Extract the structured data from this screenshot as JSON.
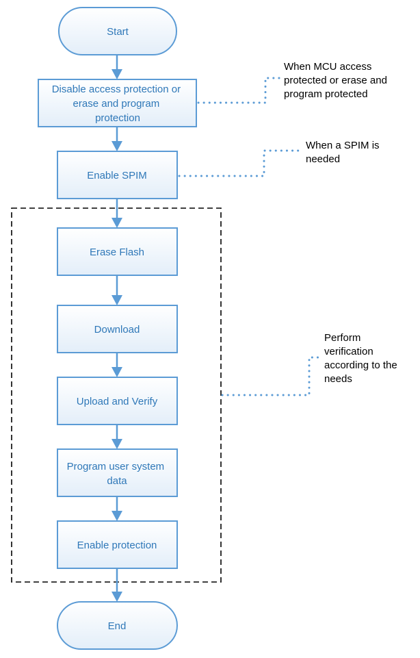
{
  "nodes": {
    "start": [
      "Start"
    ],
    "disable_protection": [
      "Disable access protection or",
      "erase and program",
      "protection"
    ],
    "enable_spim": [
      "Enable SPIM"
    ],
    "erase_flash": [
      "Erase Flash"
    ],
    "download": [
      "Download"
    ],
    "upload_verify": [
      "Upload and Verify"
    ],
    "program_user_data": [
      "Program user system",
      "data"
    ],
    "enable_protection": [
      "Enable protection"
    ],
    "end": [
      "End"
    ]
  },
  "notes": {
    "mcu_protected": [
      "When MCU access",
      "protected or erase and",
      "program protected"
    ],
    "spim_needed": [
      "When a SPIM is",
      "needed"
    ],
    "verification": [
      "Perform",
      "verification",
      "according to the",
      "needs"
    ]
  },
  "colors": {
    "box_fill": "#eaf2fa",
    "box_stroke": "#5b9bd5",
    "text": "#2f78b8",
    "connector": "#5b9bd5",
    "group_border": "#000000"
  }
}
